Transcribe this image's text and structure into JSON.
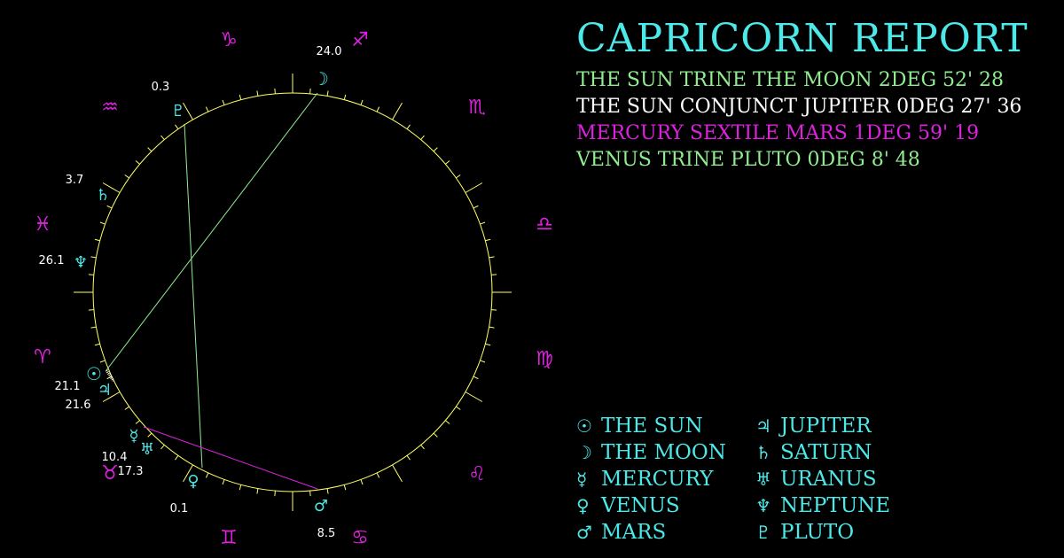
{
  "title": "CAPRICORN REPORT",
  "aspects": [
    {
      "text": "THE SUN TRINE THE MOON 2DEG 52' 28",
      "color": "#90ee90"
    },
    {
      "text": "THE SUN CONJUNCT JUPITER 0DEG 27' 36",
      "color": "#ffffff"
    },
    {
      "text": "MERCURY SEXTILE MARS 1DEG 59' 19",
      "color": "#e020e0"
    },
    {
      "text": "VENUS TRINE PLUTO 0DEG 8' 48",
      "color": "#90ee90"
    }
  ],
  "signs": [
    {
      "name": "capricorn-sign",
      "glyph": "♑"
    },
    {
      "name": "sagittarius-sign",
      "glyph": "♐"
    },
    {
      "name": "scorpio-sign",
      "glyph": "♏"
    },
    {
      "name": "libra-sign",
      "glyph": "♎"
    },
    {
      "name": "virgo-sign",
      "glyph": "♍"
    },
    {
      "name": "leo-sign",
      "glyph": "♌"
    },
    {
      "name": "cancer-sign",
      "glyph": "♋"
    },
    {
      "name": "gemini-sign",
      "glyph": "♊"
    },
    {
      "name": "taurus-sign",
      "glyph": "♉"
    },
    {
      "name": "aries-sign",
      "glyph": "♈"
    },
    {
      "name": "pisces-sign",
      "glyph": "♓"
    },
    {
      "name": "aquarius-sign",
      "glyph": "♒"
    }
  ],
  "planets": [
    {
      "name": "sun",
      "glyph": "☉",
      "degree": "21.1"
    },
    {
      "name": "moon",
      "glyph": "☽",
      "degree": "24.0"
    },
    {
      "name": "mercury",
      "glyph": "☿",
      "degree": "10.4"
    },
    {
      "name": "venus",
      "glyph": "♀",
      "degree": "0.1"
    },
    {
      "name": "mars",
      "glyph": "♂",
      "degree": "8.5"
    },
    {
      "name": "jupiter",
      "glyph": "♃",
      "degree": "21.6"
    },
    {
      "name": "saturn",
      "glyph": "♄",
      "degree": "3.7"
    },
    {
      "name": "uranus",
      "glyph": "♅",
      "degree": "17.3"
    },
    {
      "name": "neptune",
      "glyph": "♆",
      "degree": "26.1"
    },
    {
      "name": "pluto",
      "glyph": "♇",
      "degree": "0.3"
    }
  ],
  "legend": [
    {
      "glyph": "☉",
      "label": "THE SUN"
    },
    {
      "glyph": "☽",
      "label": "THE MOON"
    },
    {
      "glyph": "☿",
      "label": "MERCURY"
    },
    {
      "glyph": "♀",
      "label": "VENUS"
    },
    {
      "glyph": "♂",
      "label": "MARS"
    },
    {
      "glyph": "♃",
      "label": "JUPITER"
    },
    {
      "glyph": "♄",
      "label": "SATURN"
    },
    {
      "glyph": "♅",
      "label": "URANUS"
    },
    {
      "glyph": "♆",
      "label": "NEPTUNE"
    },
    {
      "glyph": "♇",
      "label": "PLUTO"
    }
  ],
  "colors": {
    "circle": "#ffff66",
    "planet": "#4de8e8",
    "sign": "#e020e0",
    "trine": "#90ee90",
    "sextile": "#e020e0",
    "degree_text": "#ffffff"
  }
}
